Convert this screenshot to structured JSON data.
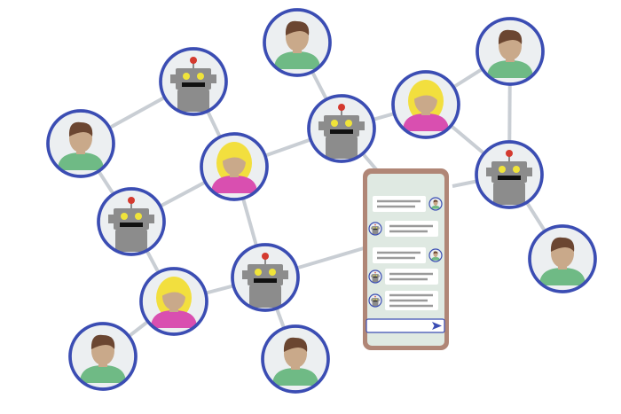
{
  "colors": {
    "ring": "#3b4db3",
    "edge": "#c9ced4",
    "avatar_bg": "#eceff1",
    "skin": "#c9a98a",
    "hair_brown": "#6b4631",
    "hair_blonde": "#f2df3e",
    "shirt_green": "#6fba85",
    "shirt_pink": "#d94fb0",
    "robot_body": "#8c8c8c",
    "robot_eye": "#f0e43a",
    "robot_antenna": "#d43a2f",
    "phone_frame": "#b08676",
    "phone_screen": "#dfe9e2",
    "bubble": "#ffffff",
    "bubble_line": "#9a9a9a",
    "send_icon": "#3b4db3"
  },
  "diagram": {
    "nodes": [
      {
        "kind": "man"
      },
      {
        "kind": "robot"
      },
      {
        "kind": "man"
      },
      {
        "kind": "robot"
      },
      {
        "kind": "woman"
      },
      {
        "kind": "man"
      },
      {
        "kind": "woman"
      },
      {
        "kind": "robot"
      },
      {
        "kind": "robot"
      },
      {
        "kind": "man"
      },
      {
        "kind": "robot"
      },
      {
        "kind": "woman"
      },
      {
        "kind": "man"
      },
      {
        "kind": "man"
      }
    ],
    "edges": [
      [
        0,
        1
      ],
      [
        0,
        8
      ],
      [
        1,
        6
      ],
      [
        6,
        8
      ],
      [
        6,
        3
      ],
      [
        6,
        10
      ],
      [
        8,
        11
      ],
      [
        11,
        10
      ],
      [
        11,
        12
      ],
      [
        10,
        13
      ],
      [
        2,
        3
      ],
      [
        3,
        4
      ],
      [
        4,
        5
      ],
      [
        5,
        7
      ],
      [
        4,
        7
      ],
      [
        7,
        9
      ]
    ],
    "phone_messages": [
      {
        "from": "human"
      },
      {
        "from": "bot"
      },
      {
        "from": "human"
      },
      {
        "from": "bot"
      },
      {
        "from": "bot"
      }
    ]
  }
}
